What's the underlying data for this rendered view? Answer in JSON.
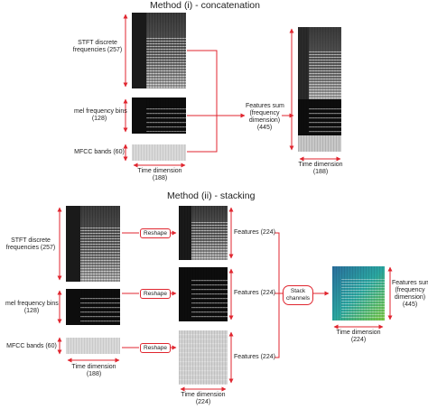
{
  "top": {
    "title": "Method (i) - concatenation",
    "stft_label_1": "STFT discrete",
    "stft_label_2": "frequencies (257)",
    "mel_label_1": "mel frequency bins",
    "mel_label_2": "(128)",
    "mfcc_label": "MFCC bands (60)",
    "time_label_1": "Time dimension",
    "time_label_2": "(188)",
    "sum_label_1": "Features sum",
    "sum_label_2": "(frequency",
    "sum_label_3": "dimension)",
    "sum_label_4": "(445)",
    "out_time_label_1": "Time dimension",
    "out_time_label_2": "(188)"
  },
  "bottom": {
    "title": "Method (ii) - stacking",
    "stft_label_1": "STFT discrete",
    "stft_label_2": "frequencies (257)",
    "mel_label_1": "mel frequency bins",
    "mel_label_2": "(128)",
    "mfcc_label": "MFCC bands (60)",
    "time_label_1": "Time dimension",
    "time_label_2": "(188)",
    "reshape_1": "Reshape",
    "reshape_2": "Reshape",
    "reshape_3": "Reshape",
    "features_1": "Features (224)",
    "features_2": "Features (224)",
    "features_3": "Features (224)",
    "mid_time_label_1": "Time dimension",
    "mid_time_label_2": "(224)",
    "stack_label_1": "Stack",
    "stack_label_2": "channels",
    "sum_label_1": "Features sum",
    "sum_label_2": "(frequency",
    "sum_label_3": "dimension)",
    "sum_label_4": "(445)",
    "out_time_label_1": "Time dimension",
    "out_time_label_2": "(224)"
  },
  "colors": {
    "arrow": "#e0262f",
    "spectrogram_dark": "#111111",
    "spectrogram_light": "#d8d8d8",
    "stacked_teal": "#2aa6a0",
    "stacked_green": "#7ac943"
  }
}
